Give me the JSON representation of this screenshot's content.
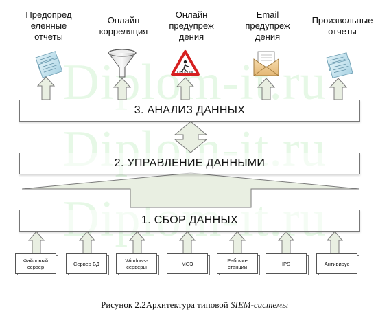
{
  "watermark": "Diplom-it.ru",
  "outputs": [
    {
      "label": "Предопред\nеленные\nотчеты",
      "icon": "reports-stack-icon"
    },
    {
      "label": "Онлайн\nкорреляция",
      "icon": "funnel-icon"
    },
    {
      "label": "Онлайн\nпредупреж\nдения",
      "icon": "warning-sign-icon"
    },
    {
      "label": "Email\nпредупреж\nдения",
      "icon": "envelope-icon"
    },
    {
      "label": "Произвольные\nотчеты",
      "icon": "custom-reports-icon"
    }
  ],
  "layers": {
    "analysis": "3. АНАЛИЗ ДАННЫХ",
    "management": "2. УПРАВЛЕНИЕ ДАННЫМИ",
    "collection": "1. СБОР ДАННЫХ"
  },
  "sources": [
    "Файловый\nсервер",
    "Сервер БД",
    "Windows-\nсерверы",
    "МСЭ",
    "Рабочие\nстанции",
    "IPS",
    "Антивирус"
  ],
  "caption": {
    "text": "Рисунок 2.2Архитектура типовой ",
    "italic": "SIEM-системы"
  },
  "colors": {
    "arrow_fill": "#e9efe2",
    "arrow_stroke": "#7a7a7a",
    "watermark": "#e6f8e6",
    "warning_red": "#d62020"
  }
}
